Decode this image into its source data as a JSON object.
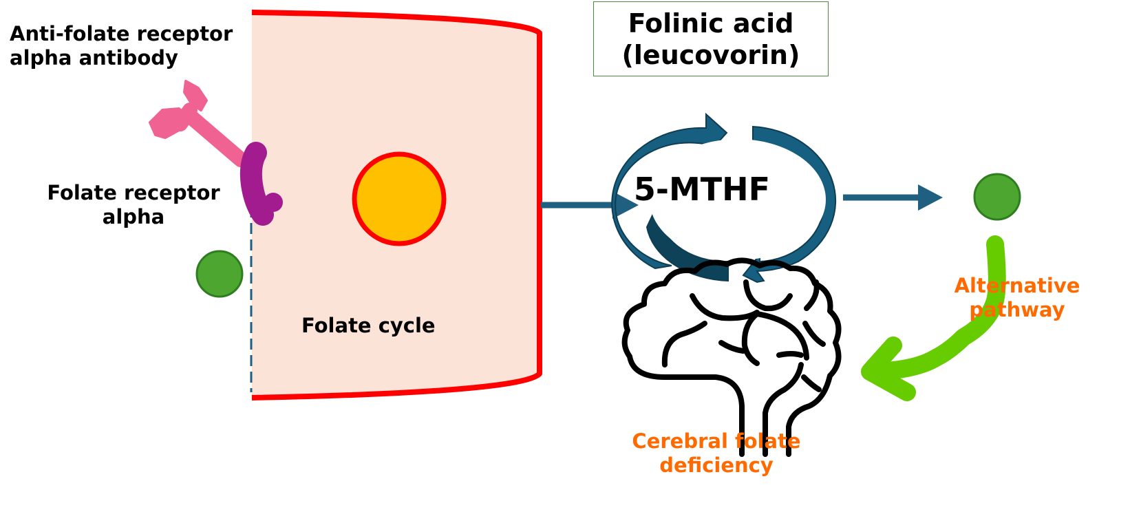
{
  "labels": {
    "antibody": "Anti-folate receptor\nalpha antibody",
    "receptor": "Folate receptor\nalpha",
    "folate_cycle": "Folate cycle",
    "folinic_acid": "Folinic acid\n(leucovorin)",
    "mthf": "5-MTHF",
    "alternative_pathway": "Alternative\npathway",
    "cerebral_folate_deficiency": "Cerebral folate\ndeficiency"
  },
  "colors": {
    "cell_fill": "#fbe3d8",
    "cell_membrane": "#ff0000",
    "nucleus_fill": "#ffc000",
    "nucleus_border": "#ff0000",
    "antibody": "#f06292",
    "receptor": "#a21b8f",
    "folate_molecule": "#4ca630",
    "folate_molecule_border": "#2e7d1f",
    "arrow": "#1f5f7f",
    "cycle_arrow": "#175f80",
    "cycle_arrow_dark": "#0e4259",
    "alternative_path": "#66cc00",
    "box_border": "#4a8a3c",
    "highlight_text": "#ff6a00"
  },
  "icons": {
    "brain": "brain-icon",
    "cycle": "cycle-arrows-icon"
  }
}
